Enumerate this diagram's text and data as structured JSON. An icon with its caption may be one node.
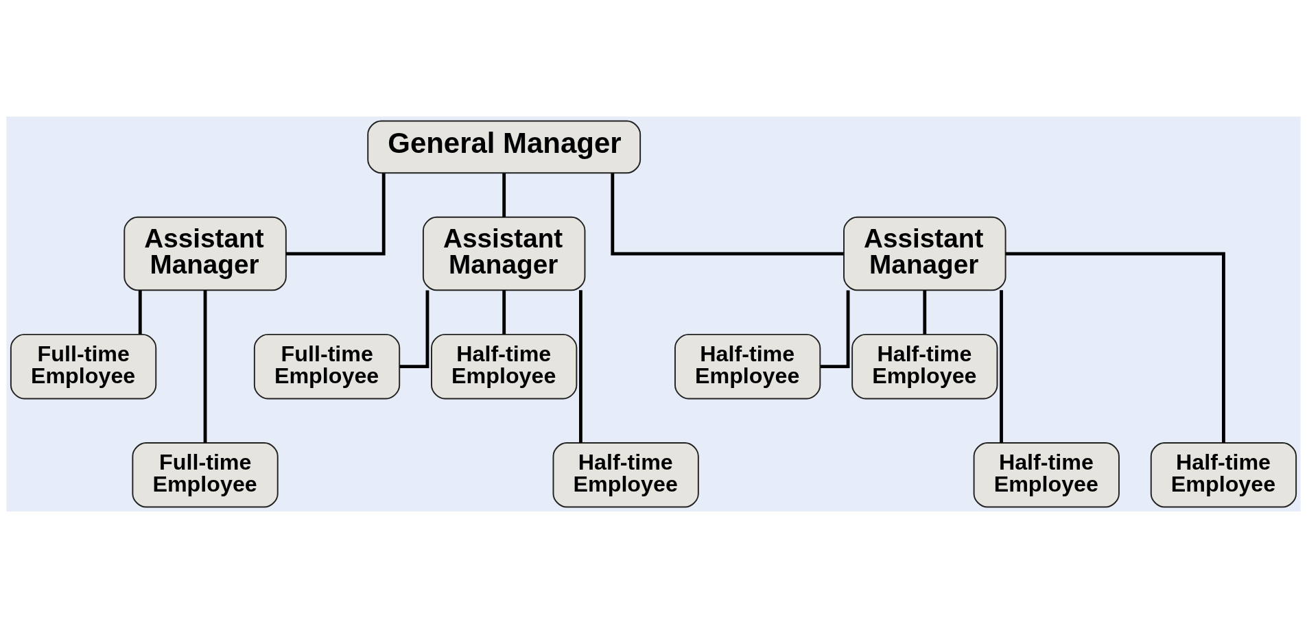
{
  "diagram": {
    "nodes": [
      {
        "text": [
          "General Manager"
        ]
      },
      {
        "text": [
          "Assistant Manager"
        ]
      },
      {
        "text": [
          "Assistant Manager"
        ]
      },
      {
        "text": [
          "Assistant Manager"
        ]
      },
      {
        "text": [
          "Full-time Employee"
        ]
      },
      {
        "text": [
          "Full-time Employee"
        ]
      },
      {
        "text": [
          "Half-time Employee"
        ]
      },
      {
        "text": [
          "Half-time Employee"
        ]
      },
      {
        "text": [
          "Half-time Employee"
        ]
      },
      {
        "text": [
          "Full-time Employee"
        ]
      },
      {
        "text": [
          "Half-time Employee"
        ]
      },
      {
        "text": [
          "Half-time Employee"
        ]
      },
      {
        "text": [
          "Half-time Employee"
        ]
      }
    ],
    "edges": [
      {
        "from": 0,
        "to": 1,
        "arrow": "none"
      },
      {
        "from": 0,
        "to": 2,
        "arrow": "none"
      },
      {
        "from": 0,
        "to": 3,
        "arrow": "none"
      },
      {
        "from": 1,
        "to": 4,
        "arrow": "none"
      },
      {
        "from": 1,
        "to": 9,
        "arrow": "none"
      },
      {
        "from": 2,
        "to": 5,
        "arrow": "none"
      },
      {
        "from": 2,
        "to": 6,
        "arrow": "none"
      },
      {
        "from": 2,
        "to": 10,
        "arrow": "none"
      },
      {
        "from": 3,
        "to": 7,
        "arrow": "none"
      },
      {
        "from": 3,
        "to": 8,
        "arrow": "none"
      },
      {
        "from": 3,
        "to": 11,
        "arrow": "none"
      },
      {
        "from": 3,
        "to": 12,
        "arrow": "none"
      }
    ]
  }
}
